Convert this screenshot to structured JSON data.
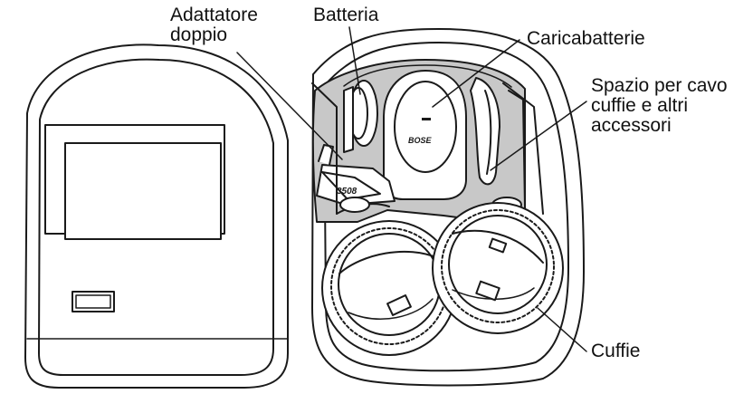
{
  "labels": {
    "adapter_line1": "Adattatore",
    "adapter_line2": "doppio",
    "battery": "Batteria",
    "charger": "Caricabatterie",
    "cable_space_line1": "Spazio per cavo",
    "cable_space_line2": "cuffie e altri",
    "cable_space_line3": "accessori",
    "headphones": "Cuffie"
  },
  "device_marks": {
    "brand": "BOSE",
    "adapter_code": "3508"
  },
  "colors": {
    "line": "#1a1a1a",
    "fill_gray": "#c8c8c8",
    "background": "#ffffff"
  }
}
